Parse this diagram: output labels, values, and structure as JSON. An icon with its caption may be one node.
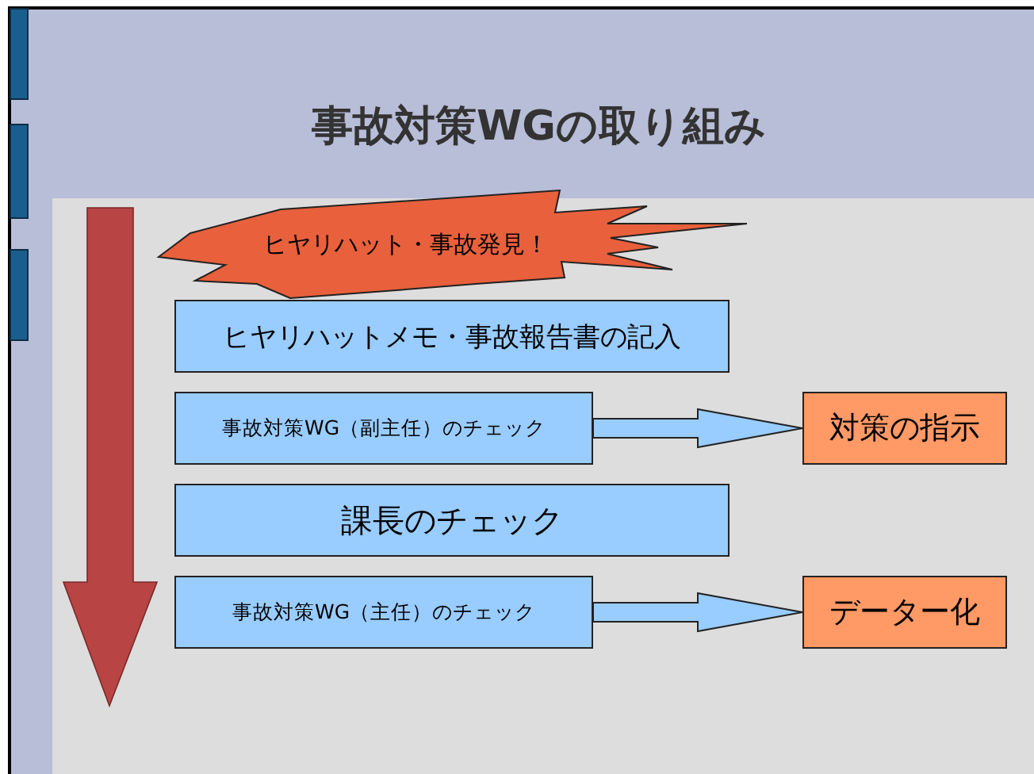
{
  "diagram": {
    "title": "事故対策WGの取り組み",
    "nodes": [
      {
        "text": [
          "ヒヤリハット・事故発見！"
        ]
      },
      {
        "text": [
          "ヒヤリハットメモ・事故報告書の記入"
        ]
      },
      {
        "text": [
          "事故対策WG（副主任）のチェック"
        ]
      },
      {
        "text": [
          "対策の指示"
        ]
      },
      {
        "text": [
          "課長のチェック"
        ]
      },
      {
        "text": [
          "事故対策WG（主任）のチェック"
        ]
      },
      {
        "text": [
          "データー化"
        ]
      }
    ],
    "edges": [
      {
        "from": 2,
        "to": 3,
        "arrow": "to"
      },
      {
        "from": 5,
        "to": 6,
        "arrow": "to"
      }
    ]
  }
}
